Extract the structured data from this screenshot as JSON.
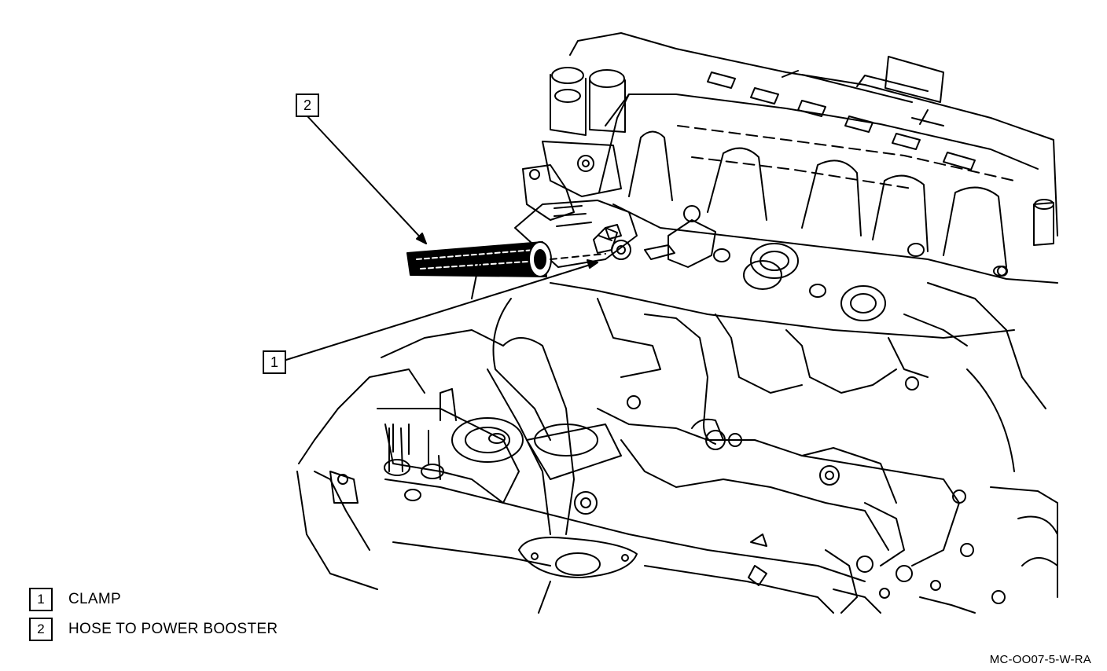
{
  "callouts": [
    {
      "number": "1",
      "part": "CLAMP"
    },
    {
      "number": "2",
      "part": "HOSE TO POWER BOOSTER"
    }
  ],
  "legend": [
    {
      "number": "1",
      "label": "CLAMP"
    },
    {
      "number": "2",
      "label": "HOSE TO POWER BOOSTER"
    }
  ],
  "figure_code": "MC-OO07-5-W-RA",
  "colors": {
    "line": "#000000",
    "background": "#ffffff"
  }
}
